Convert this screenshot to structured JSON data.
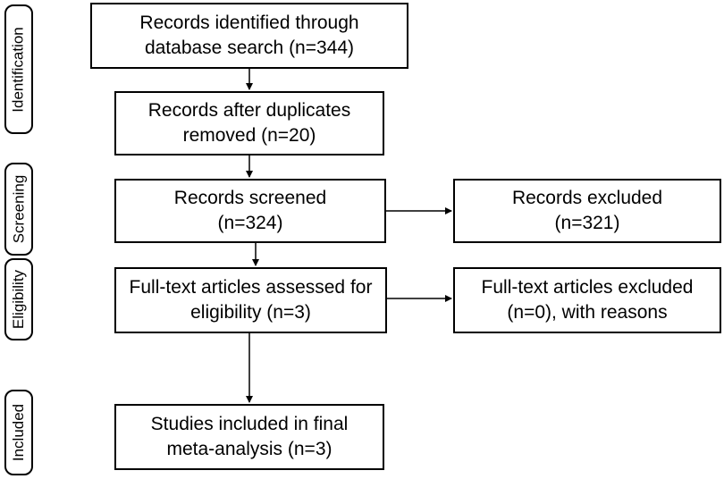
{
  "stages": {
    "identification": "Identification",
    "screening": "Screening",
    "eligibility": "Eligibility",
    "included": "Included"
  },
  "boxes": {
    "identified": {
      "line1": "Records identified through",
      "line2": "database search (n=344)"
    },
    "duplicates_removed": {
      "line1": "Records after duplicates",
      "line2": "removed (n=20)"
    },
    "screened": {
      "line1": "Records screened",
      "line2": "(n=324)"
    },
    "excluded": {
      "line1": "Records excluded",
      "line2": "(n=321)"
    },
    "fulltext_assessed": {
      "line1": "Full-text articles assessed for",
      "line2": "eligibility (n=3)"
    },
    "fulltext_excluded": {
      "line1": "Full-text articles excluded",
      "line2": "(n=0), with reasons"
    },
    "included": {
      "line1": "Studies included in final",
      "line2": "meta-analysis (n=3)"
    }
  },
  "colors": {
    "stroke": "#000000",
    "background": "#ffffff"
  }
}
